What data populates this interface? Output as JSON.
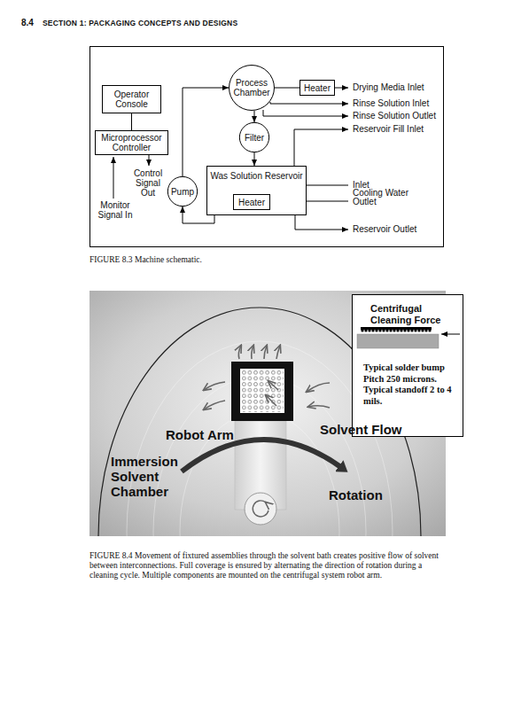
{
  "diagram": {
    "caption": "FIGURE 8.4 Movement of fixtured assemblies through the solvent bath creates positive flow of solvent between interconnections. Full coverage is ensured by alternating the direction of rotation during a cleaning cycle. Multiple components are mounted on the centrifugal system robot arm.",
    "nodes": [
      {
        "text": [
          "Operator Console"
        ]
      },
      {
        "text": [
          "Process Chamber"
        ]
      },
      {
        "text": [
          "Heater"
        ]
      },
      {
        "text": [
          "Microprocessor Controller"
        ]
      },
      {
        "text": [
          "Filter"
        ]
      },
      {
        "text": [
          "Was Solution Reservoir"
        ]
      },
      {
        "text": [
          "Heater"
        ],
        "in": 5
      },
      {
        "text": [
          "Pump"
        ]
      },
      {
        "text": [
          "Centrifugal Cleaning Force",
          "Typical solder bump Pitch 250 microns. Typical standoff 2 to 4 mils."
        ]
      }
    ],
    "edges": [
      {
        "from": 0,
        "to": 3,
        "arrow": "none"
      },
      {
        "from": 1,
        "to": 2,
        "arrow": "none"
      },
      {
        "from": 1,
        "to": 4,
        "arrow": "to"
      },
      {
        "from": 4,
        "to": 5,
        "arrow": "to"
      },
      {
        "from": 7,
        "to": 1,
        "arrow": "to"
      },
      {
        "from": 5,
        "to": 7,
        "arrow": "to"
      }
    ],
    "labels": [
      "8.4",
      "SECTION 1: PACKAGING CONCEPTS AND DESIGNS",
      "Drying Media Inlet",
      "Rinse Solution Inlet",
      "Rinse Solution Outlet",
      "Reservoir Fill Inlet",
      "Control Signal Out",
      "Monitor Signal In",
      "Inlet",
      "Cooling Water",
      "Outlet",
      "Reservoir Outlet",
      "FIGURE 8.3 Machine schematic.",
      "Robot Arm",
      "Solvent Flow",
      "Immersion Solvent Chamber",
      "Rotation"
    ]
  }
}
